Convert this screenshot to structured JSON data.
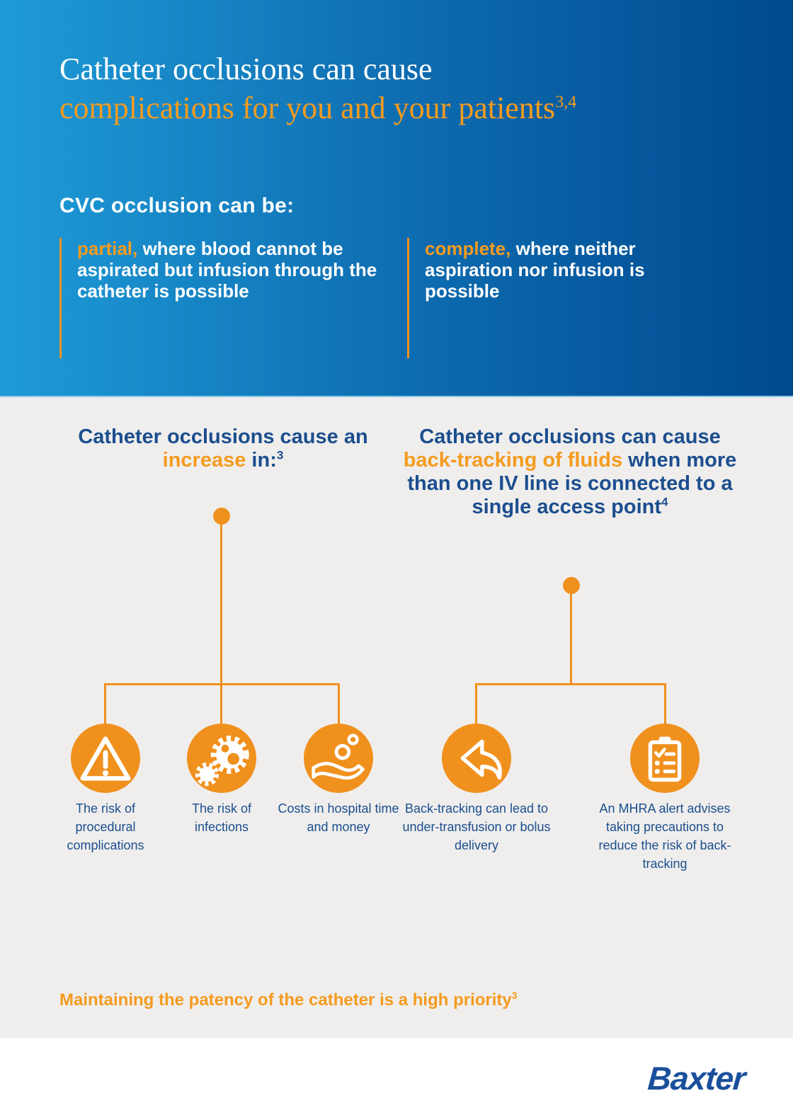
{
  "header": {
    "title_line1": "Catheter occlusions can cause",
    "title_line2": "complications for you and your patients",
    "title_sup": "3,4",
    "subheading": "CVC occlusion can be:",
    "columns": [
      {
        "lead": "partial,",
        "text": " where blood cannot be aspirated but infusion through the catheter is possible"
      },
      {
        "lead": "complete,",
        "text": " where neither aspiration nor infusion is possible"
      }
    ]
  },
  "main": {
    "left_heading": {
      "pre": "Catheter occlusions cause an ",
      "highlight": "increase",
      "post": " in:",
      "sup": "3"
    },
    "right_heading": {
      "pre": "Catheter occlusions can cause ",
      "highlight": "back-tracking of fluids",
      "post": " when more than one IV line is connected to a single access point",
      "sup": "4"
    },
    "items": [
      {
        "icon": "warning-triangle-icon",
        "caption": "The risk of procedural complications"
      },
      {
        "icon": "gears-icon",
        "caption": "The risk of infections"
      },
      {
        "icon": "hand-coins-icon",
        "caption": "Costs in hospital time and money"
      },
      {
        "icon": "back-arrow-icon",
        "caption": "Back-tracking can lead to under-transfusion or bolus delivery"
      },
      {
        "icon": "clipboard-checklist-icon",
        "caption": "An MHRA alert advises taking precautions to reduce the risk of back-tracking"
      }
    ],
    "statement": "Maintaining the patency of the catheter is a high priority",
    "statement_sup": "3"
  },
  "footer": {
    "brand": "Baxter"
  },
  "colors": {
    "accent_orange": "#F0911E",
    "text_orange": "#F59B1E",
    "dark_blue": "#1B4E8E",
    "brand_blue": "#1A4F9C",
    "grad_left": "#1E9BD7",
    "grad_right": "#00498F",
    "section_bg": "#EFEEED"
  }
}
